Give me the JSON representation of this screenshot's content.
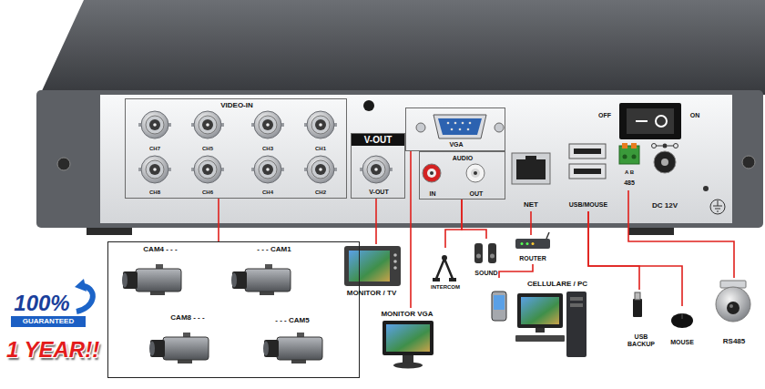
{
  "diagram": {
    "nodes": [
      {
        "text": [
          "VIDEO-IN"
        ]
      },
      {
        "text": [
          "V-OUT",
          "V-OUT"
        ]
      },
      {
        "text": [
          "VGA"
        ]
      },
      {
        "text": [
          "AUDIO",
          "IN",
          "OUT"
        ]
      },
      {
        "text": [
          "NET"
        ]
      },
      {
        "text": [
          "USB/MOUSE"
        ]
      },
      {
        "text": [
          "A B",
          "485"
        ]
      },
      {
        "text": [
          "CAM4 - - -",
          "- - - CAM1",
          "CAM8 - - -",
          "- - - CAM5"
        ]
      },
      {
        "text": [
          "MONITOR / TV"
        ]
      },
      {
        "text": [
          "INTERCOM"
        ]
      },
      {
        "text": [
          "SOUND"
        ]
      },
      {
        "text": [
          "ROUTER"
        ]
      },
      {
        "text": [
          "MONITOR VGA"
        ]
      },
      {
        "text": [
          "CELLULARE / PC"
        ]
      },
      {
        "text": [
          "USB BACKUP"
        ]
      },
      {
        "text": [
          "MOUSE"
        ]
      },
      {
        "text": [
          "RS485"
        ]
      }
    ],
    "edges": [
      {
        "from": 0,
        "to": 7,
        "arrow": "none"
      },
      {
        "from": 1,
        "to": 8,
        "arrow": "none"
      },
      {
        "from": 2,
        "to": 12,
        "arrow": "none"
      },
      {
        "from": 3,
        "to": 9,
        "arrow": "none"
      },
      {
        "from": 3,
        "to": 10,
        "arrow": "none"
      },
      {
        "from": 4,
        "to": 11,
        "arrow": "none"
      },
      {
        "from": 11,
        "to": 13,
        "arrow": "none"
      },
      {
        "from": 5,
        "to": 14,
        "arrow": "none"
      },
      {
        "from": 5,
        "to": 15,
        "arrow": "none"
      },
      {
        "from": 6,
        "to": 16,
        "arrow": "none"
      }
    ],
    "labels": [
      "CH7",
      "CH5",
      "CH3",
      "CH1",
      "CH8",
      "CH6",
      "CH4",
      "CH2",
      "OFF",
      "ON",
      "DC 12V",
      "100%",
      "GUARANTEED",
      "1 YEAR!!"
    ]
  }
}
